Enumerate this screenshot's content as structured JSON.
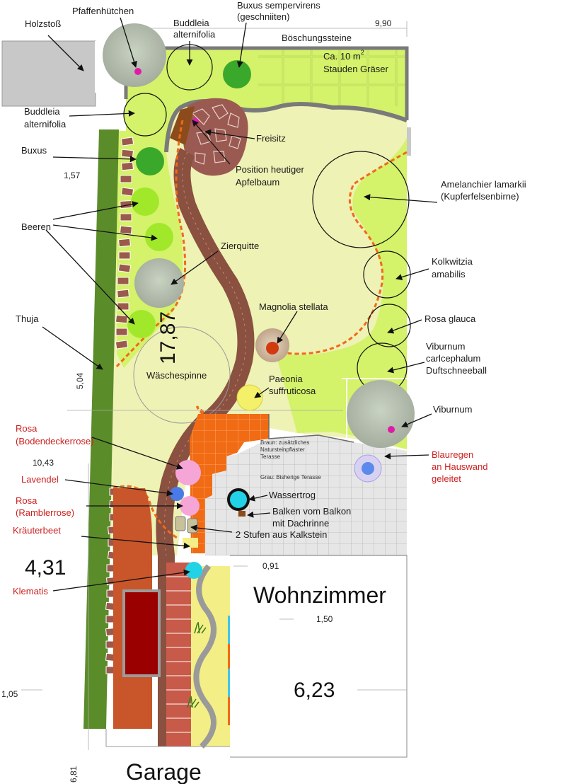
{
  "labels": {
    "holzstoss": "Holzstoß",
    "pfaffenhuetchen": "Pfaffenhütchen",
    "buddleia_top_1": "Buddleia",
    "buddleia_top_2": "alternifolia",
    "buxus_semp_1": "Buxus sempervirens",
    "buxus_semp_2": "(geschniiten)",
    "boeschungssteine": "Böschungssteine",
    "stauden_1": "Ca. 10 m",
    "stauden_sup": "2",
    "stauden_2": "Stauden Gräser",
    "buddleia_left_1": "Buddleia",
    "buddleia_left_2": "alternifolia",
    "freisitz": "Freisitz",
    "buxus": "Buxus",
    "apfel_1": "Position heutiger",
    "apfel_2": "Apfelbaum",
    "amelanchier_1": "Amelanchier lamarkii",
    "amelanchier_2": "(Kupferfelsenbirne)",
    "beeren": "Beeren",
    "zierquitte": "Zierquitte",
    "kolkwitzia_1": "Kolkwitzia",
    "kolkwitzia_2": "amabilis",
    "magnolia": "Magnolia stellata",
    "rosa_glauca": "Rosa glauca",
    "thuja": "Thuja",
    "viburnum_c_1": "Viburnum",
    "viburnum_c_2": "carlcephalum",
    "viburnum_c_3": "Duftschneeball",
    "waeschespinne": "Wäschespinne",
    "paeonia_1": "Paeonia",
    "paeonia_2": "suffruticosa",
    "viburnum": "Viburnum",
    "rosa_bd_1": "Rosa",
    "rosa_bd_2": "(Bodendeckerrose)",
    "braun_1": "Braun: zusätzliches",
    "braun_2": "Natursteinpflaster",
    "braun_3": "Terasse",
    "grau": "Grau: Bisherige Terasse",
    "blauregen_1": "Blauregen",
    "blauregen_2": "an Hauswand",
    "blauregen_3": "geleitet",
    "lavendel": "Lavendel",
    "wassertrog": "Wassertrog",
    "rosa_r_1": "Rosa",
    "rosa_r_2": "(Ramblerrose)",
    "balken_1": "Balken vom Balkon",
    "balken_2": "mit Dachrinne",
    "stufen": "2 Stufen aus Kalkstein",
    "kraeuterbeet": "Kräuterbeet",
    "klematis": "Klematis",
    "wohnzimmer": "Wohnzimmer",
    "garage": "Garage"
  },
  "dimensions": {
    "top_width": "9,90",
    "d_157": "1,57",
    "d_504": "5,04",
    "d_1787": "17,87",
    "d_1043": "10,43",
    "d_431": "4,31",
    "d_091": "0,91",
    "d_150": "1,50",
    "d_623": "6,23",
    "d_105": "1,05",
    "d_681": "6,81"
  },
  "colors": {
    "lawn": "#eef2b4",
    "bed": "#d4f26a",
    "hedge": "#5b8c2a",
    "path": "#8a5040",
    "terrace_new": "#f07018",
    "terrace_old": "#e4e4e4",
    "wall": "#7a7a7a",
    "annotation_red": "#cc1f1f",
    "border_dash": "#f06a1a",
    "water": "#22d3e8",
    "pond": "#9b0000"
  }
}
